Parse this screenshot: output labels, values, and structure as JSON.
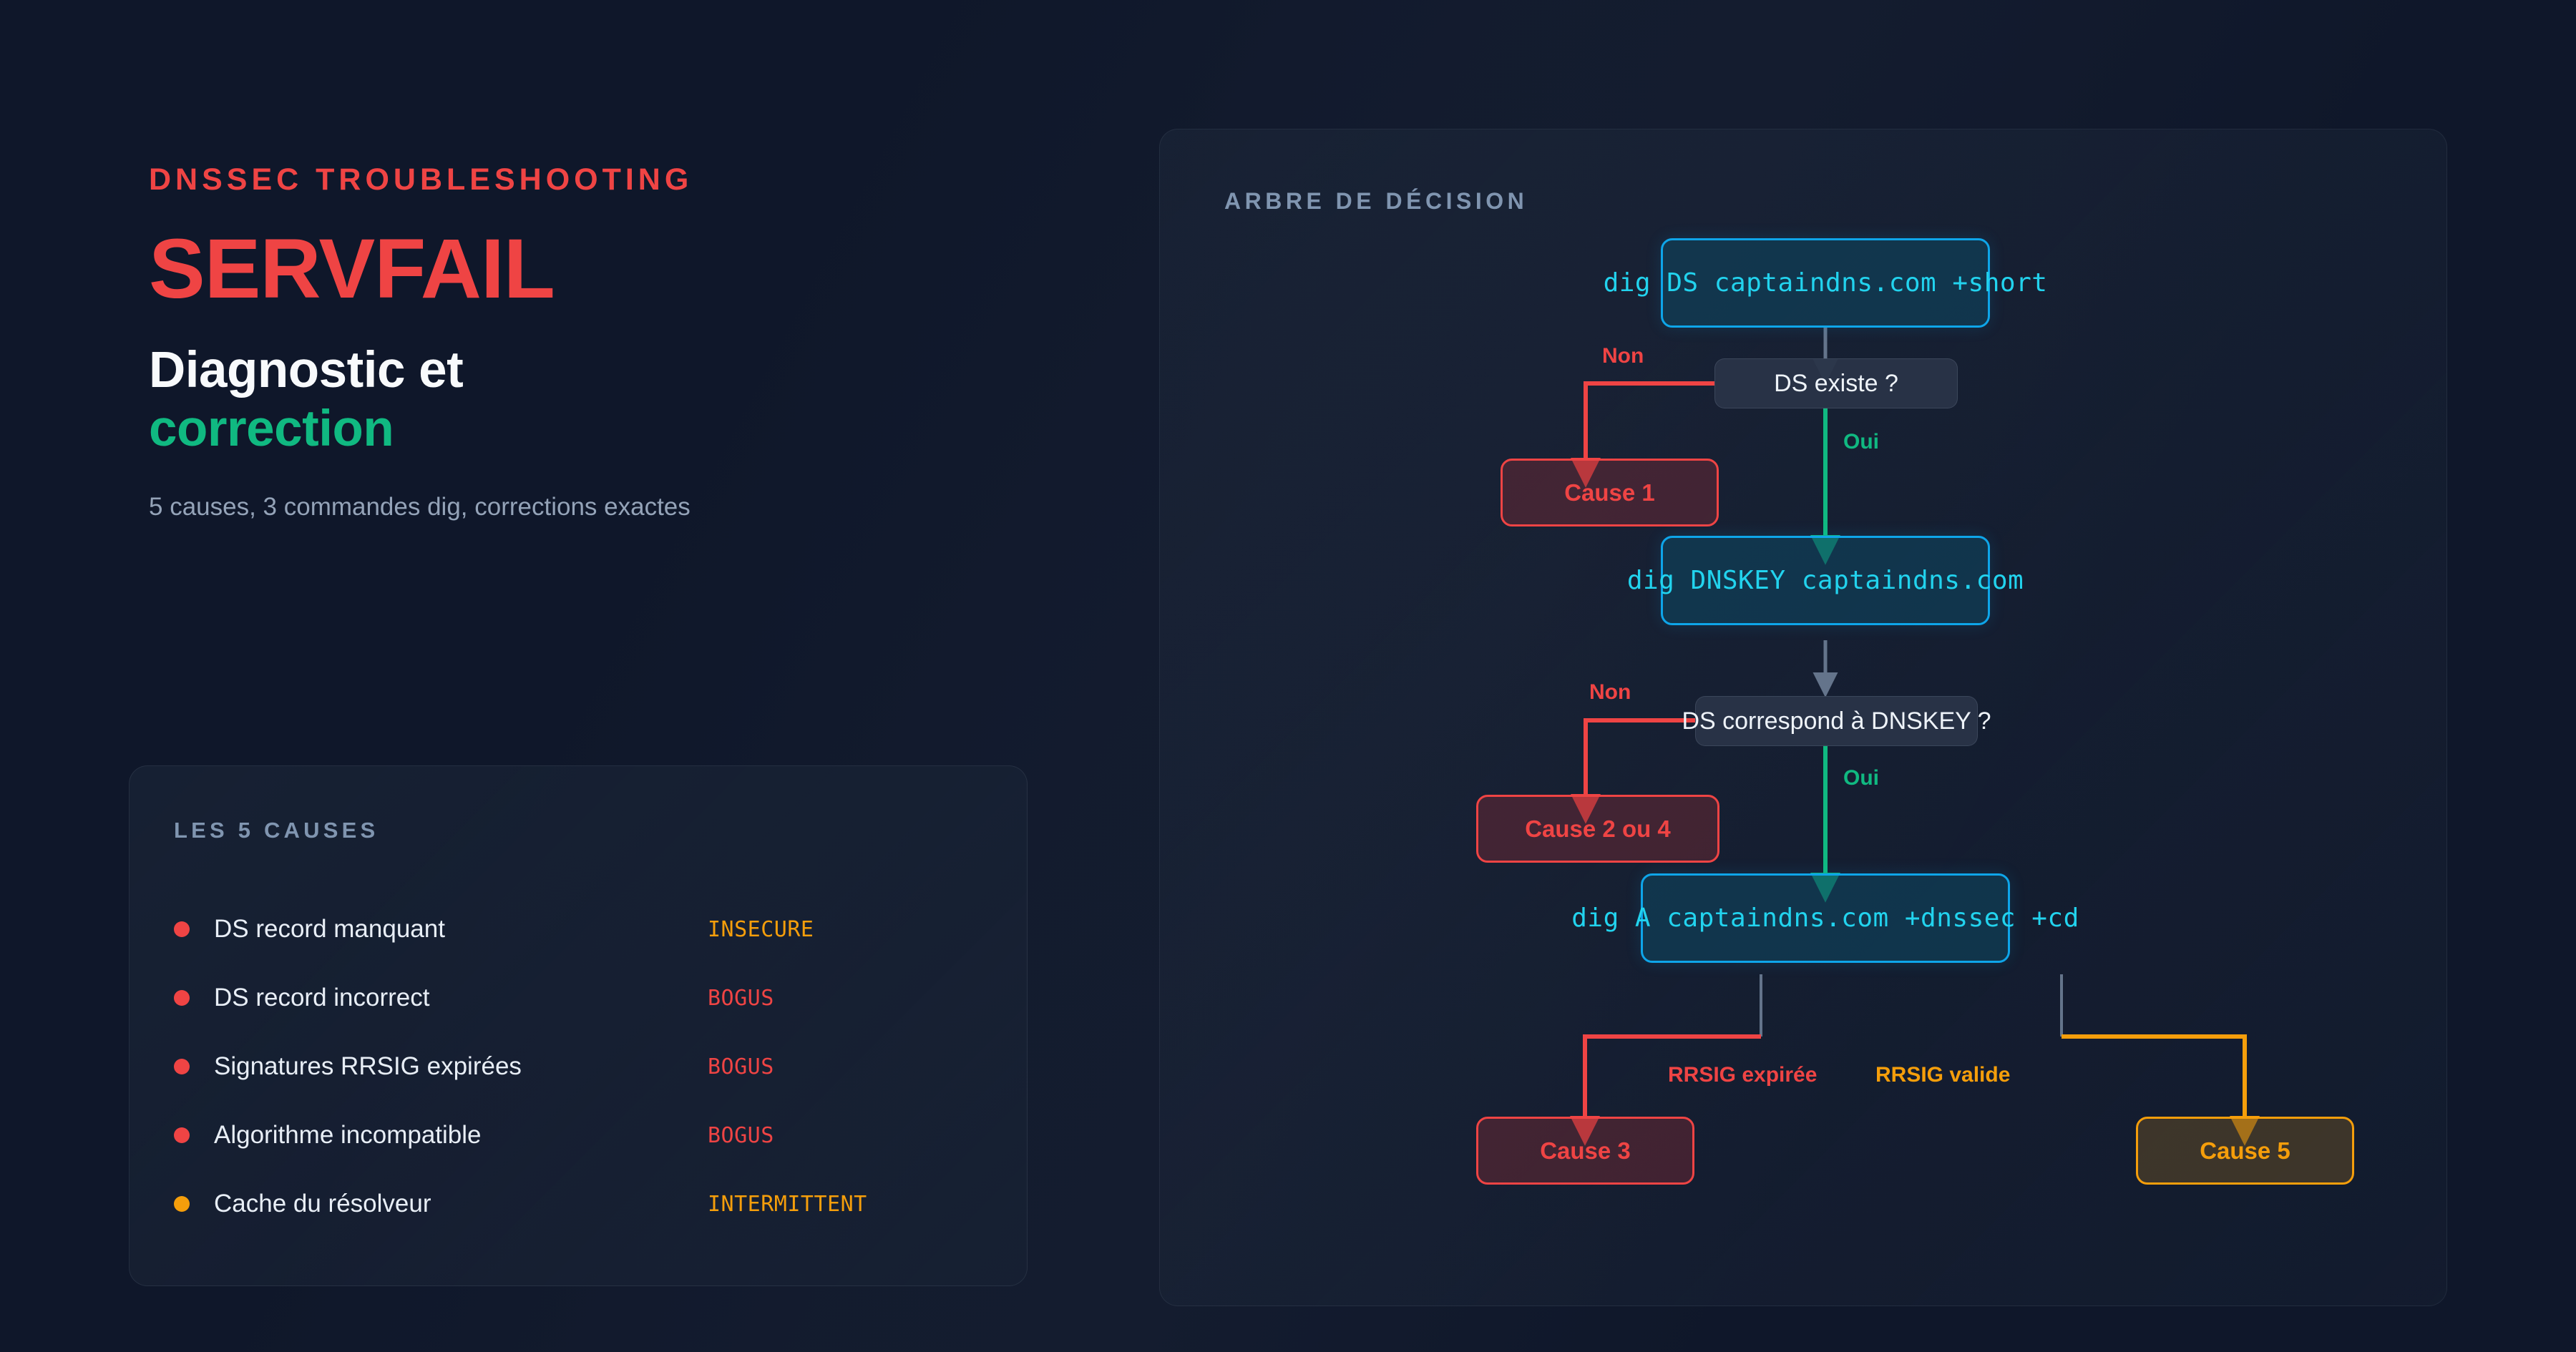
{
  "hero": {
    "eyebrow": "DNSSEC TROUBLESHOOTING",
    "title": "SERVFAIL",
    "headline_line1": "Diagnostic et",
    "headline_line2": "correction",
    "subtitle": "5 causes, 3 commandes dig, corrections exactes"
  },
  "causes_card": {
    "title": "LES 5 CAUSES",
    "items": [
      {
        "label": "DS record manquant",
        "status": "INSECURE",
        "dot_color": "#ef4444",
        "status_color": "#f59e0b"
      },
      {
        "label": "DS record incorrect",
        "status": "BOGUS",
        "dot_color": "#ef4444",
        "status_color": "#ef4444"
      },
      {
        "label": "Signatures RRSIG expirées",
        "status": "BOGUS",
        "dot_color": "#ef4444",
        "status_color": "#ef4444"
      },
      {
        "label": "Algorithme incompatible",
        "status": "BOGUS",
        "dot_color": "#ef4444",
        "status_color": "#ef4444"
      },
      {
        "label": "Cache du résolveur",
        "status": "INTERMITTENT",
        "dot_color": "#f59e0b",
        "status_color": "#f59e0b"
      }
    ]
  },
  "tree": {
    "title": "ARBRE DE DÉCISION",
    "nodes": {
      "cmd1": "dig DS captaindns.com +short",
      "q1": "DS existe ?",
      "cause1": "Cause 1",
      "cmd2": "dig DNSKEY captaindns.com",
      "q2": "DS correspond à DNSKEY ?",
      "cause24": "Cause 2 ou 4",
      "cmd3": "dig A captaindns.com +dnssec +cd",
      "cause3": "Cause 3",
      "cause5": "Cause 5"
    },
    "edges": {
      "non1": "Non",
      "oui1": "Oui",
      "non2": "Non",
      "oui2": "Oui",
      "rrsig_expired": "RRSIG expirée",
      "rrsig_valid": "RRSIG valide"
    }
  },
  "palette": {
    "background": "#0f172a",
    "red": "#ef4444",
    "green": "#10b981",
    "cyan": "#0ea5e9",
    "cyan_text": "#22d3ee",
    "amber": "#f59e0b",
    "slate_arrow": "#64748b",
    "muted_text": "#94a3b8"
  }
}
